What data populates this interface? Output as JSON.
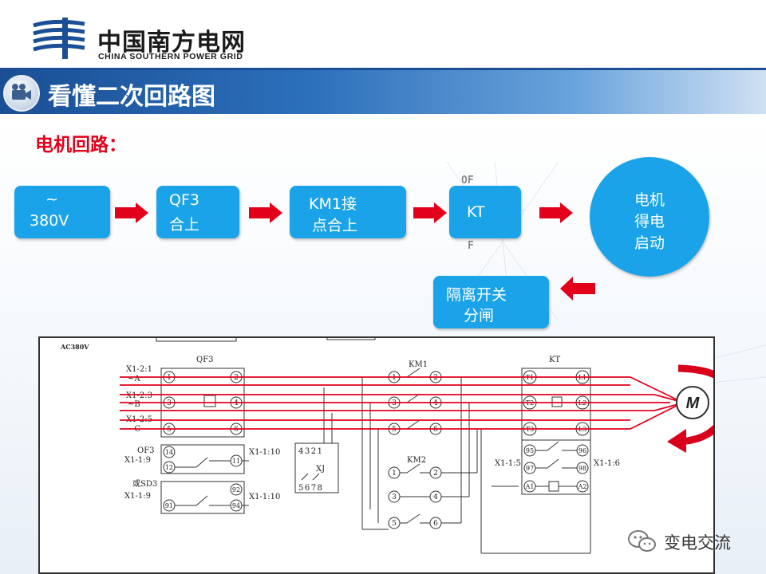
{
  "header": {
    "org_name_cn": "中国南方电网",
    "org_name_en": "CHINA SOUTHERN POWER GRID"
  },
  "slide": {
    "title": "看懂二次回路图",
    "subheading": "电机回路："
  },
  "flow": {
    "step1": {
      "line1": "~",
      "line2": "380V"
    },
    "step2": {
      "line1": "QF3",
      "line2": "合上"
    },
    "step3": {
      "line1": "KM1接",
      "line2": "点合上"
    },
    "step4": {
      "line1": "KT",
      "ghost_top": "OF",
      "ghost_bottom": "F"
    },
    "step5": {
      "line1": "电机",
      "line2": "得电",
      "line3": "启动"
    },
    "step6": {
      "line1": "隔离开关",
      "line2": "分闸"
    }
  },
  "schematic": {
    "label_ac": "AC380V",
    "label_qf3": "QF3",
    "label_km1": "KM1",
    "label_km2": "KM2",
    "label_kt": "KT",
    "label_xj": "XJ",
    "label_motor": "M",
    "terminals": {
      "x1_2_1": "X1-2:1",
      "x1_2_3": "X1-2:3",
      "x1_2_5": "X1-2:5",
      "phase_a": "~A",
      "phase_b": "~B",
      "phase_c": "~C",
      "of3": "OF3",
      "x1_1_9": "X1-1:9",
      "x1_1_10": "X1-1:10",
      "sd3": "或SD3",
      "x1_1_9b": "X1-1:9",
      "x1_1_10b": "X1-1:10",
      "x1_1_5": "X1-1:5",
      "x1_1_6": "X1-1:6"
    },
    "nums": {
      "n1": "1",
      "n2": "2",
      "n3": "3",
      "n4": "4",
      "n5": "5",
      "n6": "6",
      "n11": "11",
      "n12": "12",
      "n14": "14",
      "n91": "91",
      "n92": "92",
      "n94": "94",
      "t1": "T1",
      "t2": "T2",
      "t3": "T3",
      "l1": "L1",
      "l2": "L2",
      "l3": "L3",
      "n95": "95",
      "n96": "96",
      "n97": "97",
      "n98": "98",
      "a1": "A1",
      "a2": "A2",
      "xj_top": "4321",
      "xj_bot": "5678"
    }
  },
  "watermark": {
    "label": "变电交流"
  },
  "colors": {
    "box": "#1aa3e8",
    "arrow": "#e3001b",
    "title_bar": "#1a4f95",
    "subheading": "#e3001b"
  }
}
